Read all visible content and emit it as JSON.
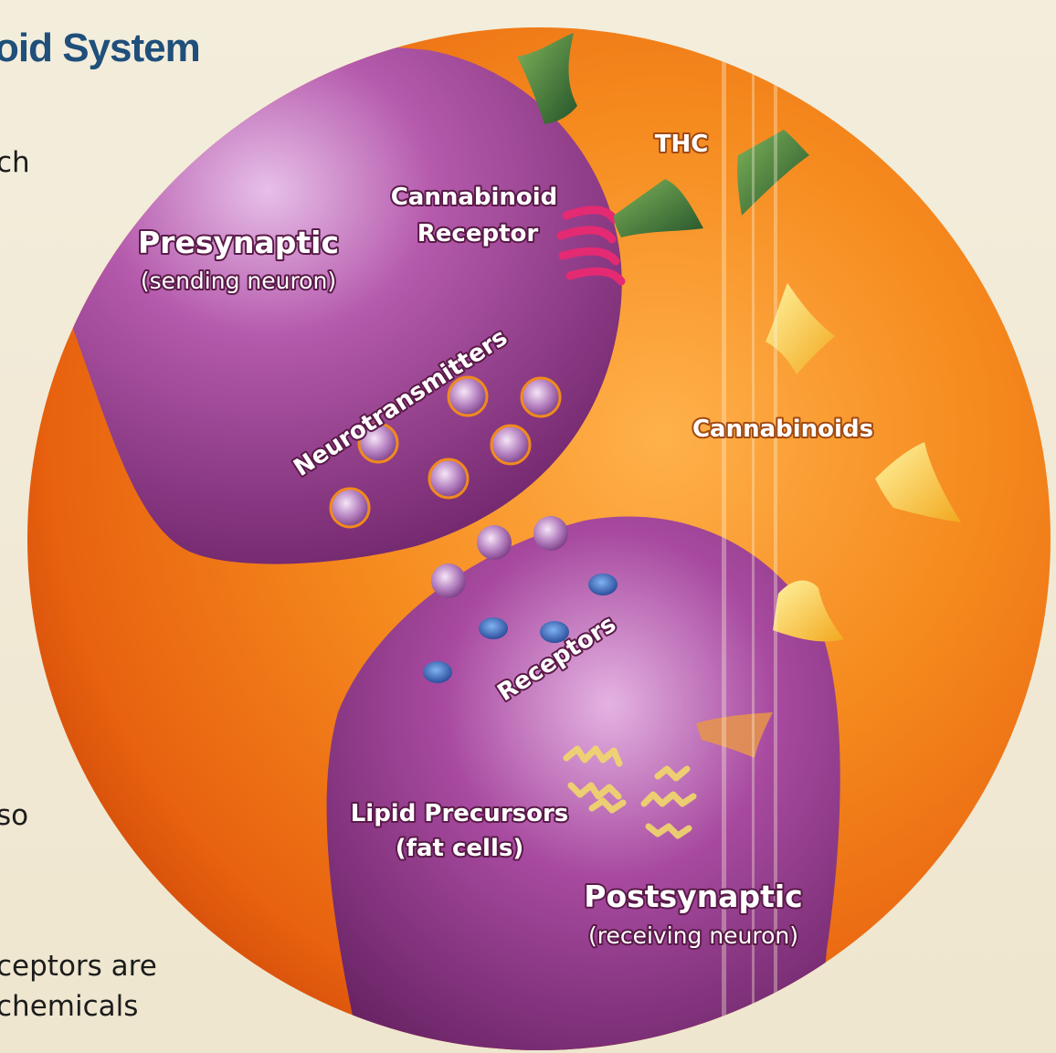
{
  "page": {
    "title": "oid System",
    "text_fragments": {
      "ch": "ch",
      "so": "so",
      "line1": "ceptors are",
      "line2": "chemicals"
    }
  },
  "diagram": {
    "labels": {
      "thc": "THC",
      "cannabinoid_receptor_1": "Cannabinoid",
      "cannabinoid_receptor_2": "Receptor",
      "presynaptic": "Presynaptic",
      "presynaptic_sub": "(sending neuron)",
      "neurotransmitters": "Neurotransmitters",
      "cannabinoids": "Cannabinoids",
      "receptors": "Receptors",
      "lipid_precursors": "Lipid Precursors",
      "lipid_precursors_sub": "(fat cells)",
      "postsynaptic": "Postsynaptic",
      "postsynaptic_sub": "(receiving neuron)"
    },
    "colors": {
      "background_circle": "#f37a16",
      "neuron": "#9c3f8c",
      "thc_molecule": "#3f7a3a",
      "cannabinoid_molecule": "#f7c33a",
      "receptor_coil": "#e02e72",
      "title": "#1f4f7a"
    }
  }
}
